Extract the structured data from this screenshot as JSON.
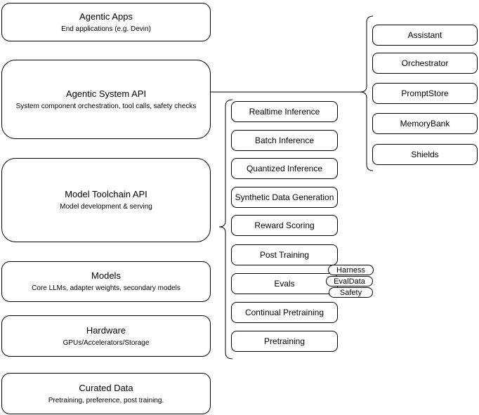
{
  "diagram": {
    "left_stack": [
      {
        "title": "Agentic Apps",
        "subtitle": "End applications (e.g. Devin)"
      },
      {
        "title": "Agentic System API",
        "subtitle": "System component orchestration, tool calls, safety checks"
      },
      {
        "title": "Model Toolchain API",
        "subtitle": "Model development & serving"
      },
      {
        "title": "Models",
        "subtitle": "Core LLMs, adapter weights, secondary models"
      },
      {
        "title": "Hardware",
        "subtitle": "GPUs/Accelerators/Storage"
      },
      {
        "title": "Curated Data",
        "subtitle": "Pretraining, preference, post training."
      }
    ],
    "toolchain_services": [
      "Realtime Inference",
      "Batch Inference",
      "Quantized Inference",
      "Synthetic Data Generation",
      "Reward Scoring",
      "Post Training",
      "Evals",
      "Continual Pretraining",
      "Pretraining"
    ],
    "evals_components": [
      "Harness",
      "EvalData",
      "Safety"
    ],
    "system_components": [
      "Assistant",
      "Orchestrator",
      "PromptStore",
      "MemoryBank",
      "Shields"
    ],
    "colors": {
      "stroke": "#000000",
      "fill": "#ffffff",
      "background": "#ffffff",
      "text": "#000000"
    }
  }
}
